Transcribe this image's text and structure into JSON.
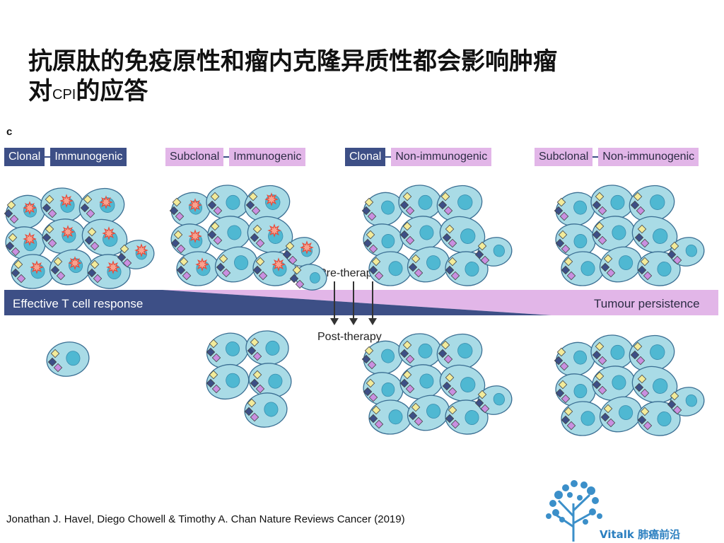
{
  "title": {
    "line1": "抗原肽的免疫原性和瘤内克隆异质性都会影响肿瘤",
    "line2_prefix": "对",
    "line2_cpi": "CPI",
    "line2_suffix": "的应答"
  },
  "panel_letter": "c",
  "categories": [
    {
      "left": "Clonal",
      "right": "Immunogenic"
    },
    {
      "left": "Subclonal",
      "right": "Immunogenic"
    },
    {
      "left": "Clonal",
      "right": "Non-immunogenic"
    },
    {
      "left": "Subclonal",
      "right": "Non-immunogenic"
    }
  ],
  "gradient_bar": {
    "left_label": "Effective T cell response",
    "right_label": "Tumour persistence"
  },
  "arrows": {
    "pre": "Pre-therapy",
    "post": "Post-therapy"
  },
  "colors": {
    "dark_blue": "#3d4f86",
    "pink": "#e2b6e8",
    "cell_fill": "#a9dbe6",
    "cell_stroke": "#3b6f93",
    "nucleus": "#4fb8d2",
    "star": "#e84b3a"
  },
  "citation": "Jonathan J. Havel, Diego Chowell & Timothy A. Chan  Nature Reviews Cancer (2019)",
  "logo": {
    "icon": "tree-lung-icon",
    "text": "Vitalk 肺癌前沿"
  }
}
